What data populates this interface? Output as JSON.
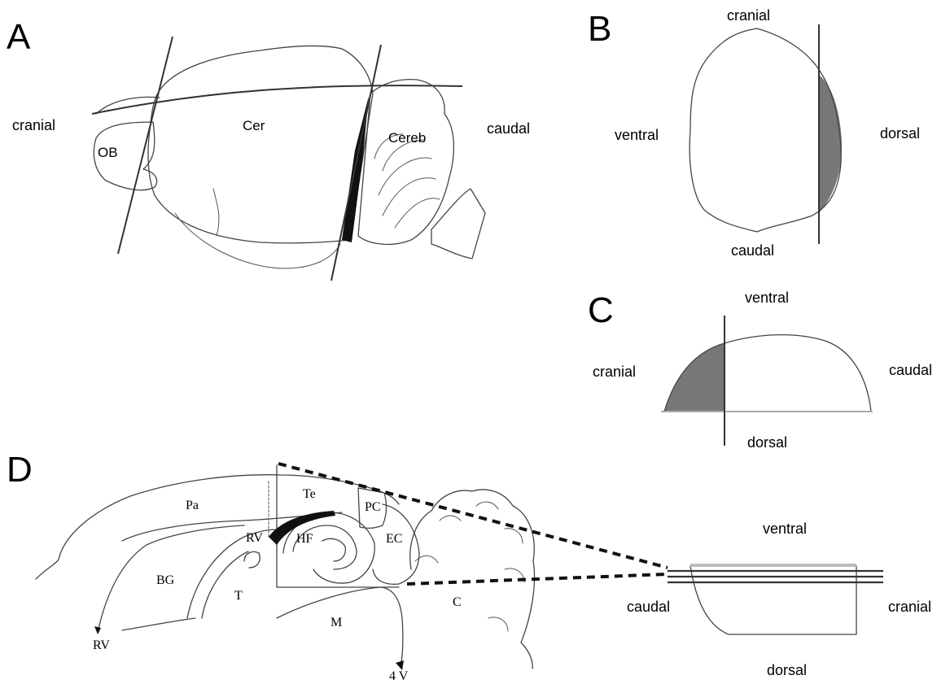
{
  "panels": {
    "a": {
      "letter": "A",
      "cranial": "cranial",
      "caudal": "caudal",
      "ob": "OB",
      "cer": "Cer",
      "cereb": "Cereb"
    },
    "b": {
      "letter": "B",
      "cranial": "cranial",
      "caudal": "caudal",
      "ventral": "ventral",
      "dorsal": "dorsal"
    },
    "c": {
      "letter": "C",
      "ventral": "ventral",
      "dorsal": "dorsal",
      "cranial": "cranial",
      "caudal": "caudal"
    },
    "d": {
      "letter": "D",
      "regions": {
        "pa": "Pa",
        "te": "Te",
        "pc": "PC",
        "rv_inner": "RV",
        "hf": "HF",
        "ec": "EC",
        "bg": "BG",
        "t": "T",
        "m": "M",
        "c": "C",
        "rv_outer": "RV",
        "v4": "4 V"
      },
      "inset": {
        "ventral": "ventral",
        "dorsal": "dorsal",
        "caudal": "caudal",
        "cranial": "cranial"
      }
    }
  },
  "colors": {
    "line": "#444444",
    "shade": "#777777",
    "dark": "#111111"
  }
}
